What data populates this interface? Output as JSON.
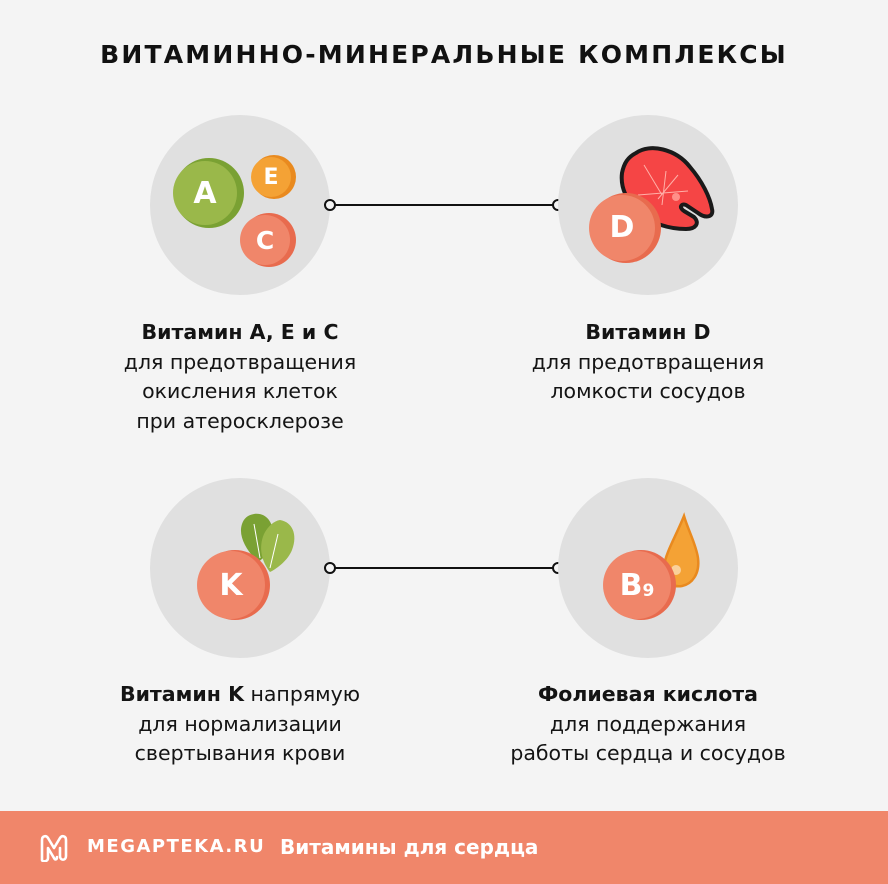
{
  "title": "ВИТАМИННО-МИНЕРАЛЬНЫЕ КОМПЛЕКСЫ",
  "cards": [
    {
      "id": "aec",
      "badges": [
        "A",
        "E",
        "C"
      ],
      "heading": "Витамин A, E и C",
      "heading_suffix": "",
      "lines": [
        "для предотвращения",
        "окисления клеток",
        "при атеросклерозе"
      ],
      "icon": "vitamin-pills-icon"
    },
    {
      "id": "d",
      "badges": [
        "D"
      ],
      "heading": "Витамин D",
      "heading_suffix": "",
      "lines": [
        "для предотвращения",
        "ломкости сосудов"
      ],
      "icon": "salmon-steak-icon"
    },
    {
      "id": "k",
      "badges": [
        "K"
      ],
      "heading": "Витамин K",
      "heading_suffix": " напрямую",
      "lines": [
        "для нормализации",
        "свертывания крови"
      ],
      "icon": "leaves-icon"
    },
    {
      "id": "b9",
      "badges": [
        "B",
        "9"
      ],
      "heading": "Фолиевая кислота",
      "heading_suffix": "",
      "lines": [
        "для поддержания",
        "работы сердца и сосудов"
      ],
      "icon": "drop-icon"
    }
  ],
  "footer": {
    "brand": "MEGAPTEKA.RU",
    "subtitle": "Витамины для сердца",
    "logo_icon": "megapteka-logo-icon"
  },
  "colors": {
    "background": "#f4f4f4",
    "disc": "#e0e0e0",
    "green": "#9ab84a",
    "green_shade": "#7aa133",
    "orange": "#f4a235",
    "orange_shade": "#e98a1f",
    "coral": "#f0866a",
    "coral_shade": "#e86b4e",
    "salmon_red": "#f54545",
    "footer": "#f0866a"
  }
}
